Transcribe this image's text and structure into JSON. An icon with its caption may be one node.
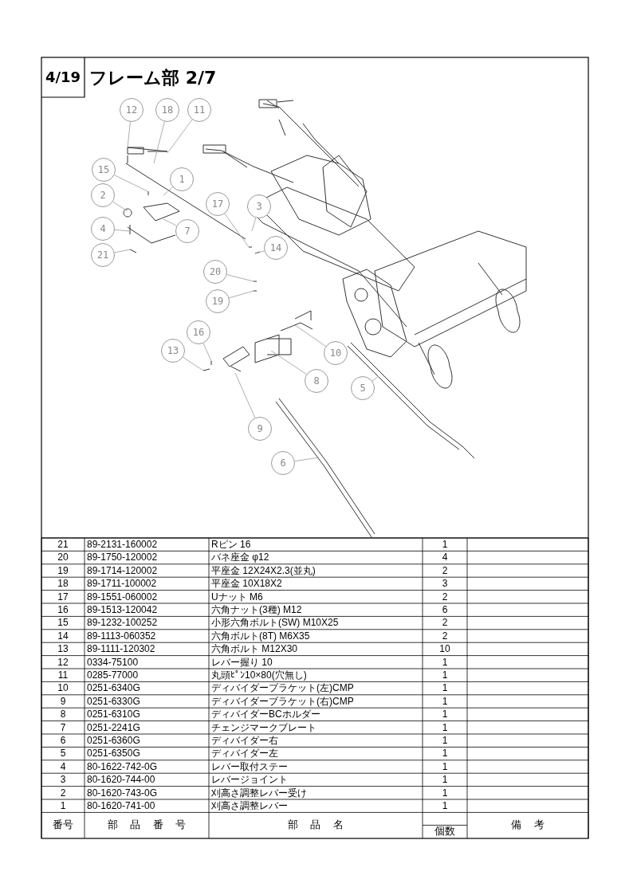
{
  "diagram": {
    "title": "フレーム部 2/7",
    "nodes": [
      {
        "text": [
          "12"
        ]
      },
      {
        "text": [
          "18"
        ]
      },
      {
        "text": [
          "11"
        ]
      },
      {
        "text": [
          "15"
        ]
      },
      {
        "text": [
          "1"
        ]
      },
      {
        "text": [
          "2"
        ]
      },
      {
        "text": [
          "17"
        ]
      },
      {
        "text": [
          "3"
        ]
      },
      {
        "text": [
          "4"
        ]
      },
      {
        "text": [
          "7"
        ]
      },
      {
        "text": [
          "14"
        ]
      },
      {
        "text": [
          "21"
        ]
      },
      {
        "text": [
          "20"
        ]
      },
      {
        "text": [
          "19"
        ]
      },
      {
        "text": [
          "16"
        ]
      },
      {
        "text": [
          "13"
        ]
      },
      {
        "text": [
          "10"
        ]
      },
      {
        "text": [
          "8"
        ]
      },
      {
        "text": [
          "5"
        ]
      },
      {
        "text": [
          "9"
        ]
      },
      {
        "text": [
          "6"
        ]
      }
    ],
    "edges": [
      {
        "from": 0,
        "to": null,
        "arrow": "none"
      },
      {
        "from": 1,
        "to": null,
        "arrow": "none"
      },
      {
        "from": 2,
        "to": null,
        "arrow": "none"
      },
      {
        "from": 3,
        "to": null,
        "arrow": "none"
      },
      {
        "from": 4,
        "to": null,
        "arrow": "none"
      },
      {
        "from": 5,
        "to": null,
        "arrow": "none"
      },
      {
        "from": 6,
        "to": null,
        "arrow": "none"
      },
      {
        "from": 7,
        "to": null,
        "arrow": "none"
      },
      {
        "from": 8,
        "to": null,
        "arrow": "none"
      },
      {
        "from": 9,
        "to": null,
        "arrow": "none"
      },
      {
        "from": 10,
        "to": null,
        "arrow": "none"
      },
      {
        "from": 11,
        "to": null,
        "arrow": "none"
      },
      {
        "from": 12,
        "to": null,
        "arrow": "none"
      },
      {
        "from": 13,
        "to": null,
        "arrow": "none"
      },
      {
        "from": 14,
        "to": null,
        "arrow": "none"
      },
      {
        "from": 15,
        "to": null,
        "arrow": "none"
      },
      {
        "from": 16,
        "to": null,
        "arrow": "none"
      },
      {
        "from": 17,
        "to": null,
        "arrow": "none"
      },
      {
        "from": 18,
        "to": null,
        "arrow": "none"
      },
      {
        "from": 19,
        "to": null,
        "arrow": "none"
      },
      {
        "from": 20,
        "to": null,
        "arrow": "none"
      }
    ],
    "labels": [
      "4/19",
      "21",
      "89-2131-160002",
      "Rピン 16",
      "1",
      "20",
      "89-1750-120002",
      "バネ座金 φ12",
      "4",
      "19",
      "89-1714-120002",
      "平座金 12X24X2.3(並丸)",
      "2",
      "18",
      "89-1711-100002",
      "平座金 10X18X2",
      "3",
      "17",
      "89-1551-060002",
      "Uナット M6",
      "2",
      "16",
      "89-1513-120042",
      "六角ナット(3種) M12",
      "6",
      "15",
      "89-1232-100252",
      "小形六角ボルト(SW) M10X25",
      "2",
      "14",
      "89-1113-060352",
      "六角ボルト(8T) M6X35",
      "2",
      "13",
      "89-1111-120302",
      "六角ボルト M12X30",
      "10",
      "12",
      "0334-75100",
      "レバー握り 10",
      "1",
      "11",
      "0285-77000",
      "丸頭ﾋﾟﾝ10×80(穴無し)",
      "1",
      "10",
      "0251-6340G",
      "ディバイダーブラケット(左)CMP",
      "1",
      "9",
      "0251-6330G",
      "ディバイダーブラケット(右)CMP",
      "1",
      "8",
      "0251-6310G",
      "ディバイダーBCホルダー",
      "1",
      "7",
      "0251-2241G",
      "チェンジマークプレート",
      "1",
      "6",
      "0251-6360G",
      "ディバイダー右",
      "1",
      "5",
      "0251-6350G",
      "ディバイダー左",
      "1",
      "4",
      "80-1622-742-0G",
      "レバー取付ステー",
      "1",
      "3",
      "80-1620-744-00",
      "レバージョイント",
      "1",
      "2",
      "80-1620-743-0G",
      "刈高さ調整レバー受け",
      "1",
      "1",
      "80-1620-741-00",
      "刈高さ調整レバー",
      "1",
      "番号",
      "部品番号",
      "部品名",
      "個数",
      "備考"
    ]
  }
}
